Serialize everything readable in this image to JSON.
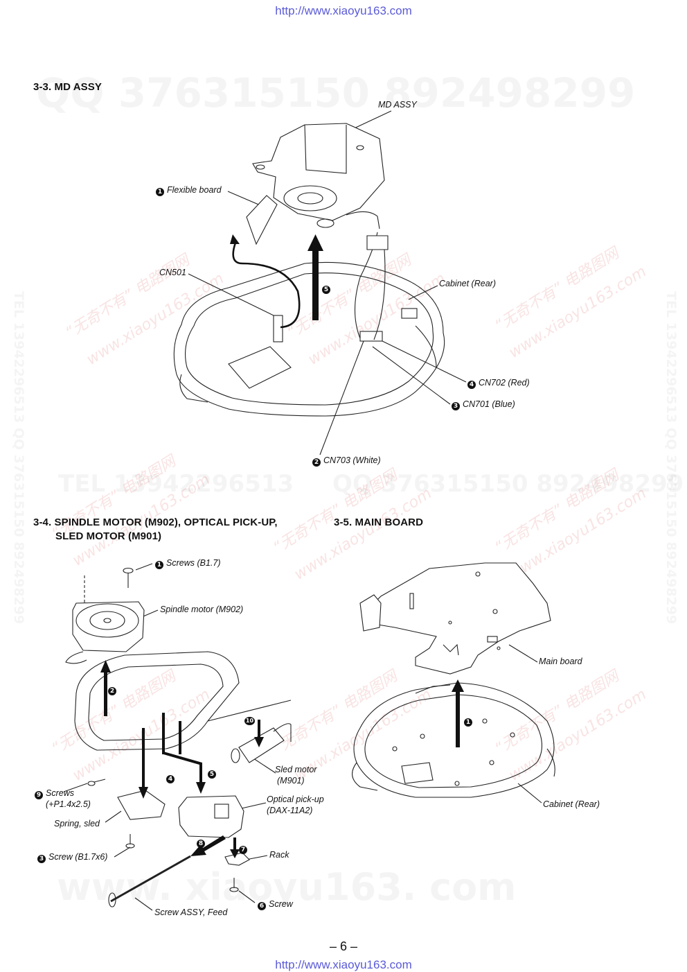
{
  "header": {
    "url": "http://www.xiaoyu163.com"
  },
  "footer": {
    "page_number": "– 6 –",
    "url": "http://www.xiaoyu163.com"
  },
  "watermarks": {
    "qq_top": "QQ 376315150   892498299",
    "tel_mid": "TEL 13942296513",
    "qq_mid": "QQ 376315150  892498299",
    "site_bottom": "www. xiaoyu163. com",
    "vertical_right": "TEL 13942296513  QQ 376315150  892498299",
    "vertical_left": "TEL 13942296513  QQ 376315150  892498299",
    "red_1": "“无奇不有” 电路图网",
    "red_2": "www.xiaoyu163.com"
  },
  "sections": {
    "md_assy": {
      "title": "3-3. MD ASSY",
      "labels": {
        "md_assy": "MD ASSY",
        "flexible_board": "Flexible board",
        "cn501": "CN501",
        "cabinet_rear": "Cabinet (Rear)",
        "cn702": "CN702 (Red)",
        "cn701": "CN701 (Blue)",
        "cn703": "CN703 (White)"
      },
      "steps": {
        "s1": "1",
        "s2": "2",
        "s3": "3",
        "s4": "4",
        "s5": "5"
      }
    },
    "spindle": {
      "title_line1": "3-4. SPINDLE MOTOR (M902), OPTICAL PICK-UP,",
      "title_line2": "SLED MOTOR (M901)",
      "labels": {
        "screws_b17": "Screws (B1.7)",
        "spindle_motor": "Spindle motor (M902)",
        "screws_p14_a": "Screws",
        "screws_p14_b": "(+P1.4x2.5)",
        "spring_sled": "Spring, sled",
        "screw_b17x6": "Screw (B1.7x6)",
        "sled_motor_a": "Sled motor",
        "sled_motor_b": "(M901)",
        "optical_a": "Optical pick-up",
        "optical_b": "(DAX-11A2)",
        "rack": "Rack",
        "screw": "Screw",
        "screw_assy": "Screw ASSY, Feed"
      },
      "steps": {
        "s1": "1",
        "s2": "2",
        "s3": "3",
        "s4": "4",
        "s5": "5",
        "s6": "6",
        "s7": "7",
        "s8": "8",
        "s9": "9",
        "s10": "10"
      }
    },
    "main_board": {
      "title": "3-5. MAIN BOARD",
      "labels": {
        "main_board": "Main board",
        "cabinet_rear": "Cabinet (Rear)"
      },
      "steps": {
        "s1": "1"
      }
    }
  }
}
